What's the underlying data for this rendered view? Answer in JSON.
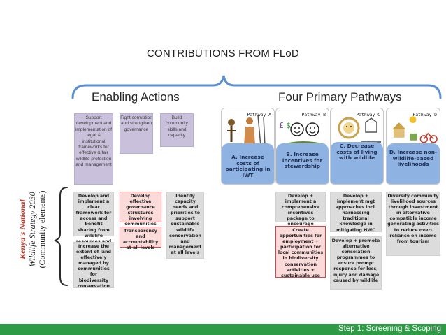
{
  "title": "CONTRIBUTIONS FROM FLoD",
  "enabling_actions": {
    "heading": "Enabling Actions",
    "items": [
      "Support development and implementation of legal & institutional frameworks for effective & fair wildlife protection and management",
      "Fight corruption and strengthen governance",
      "Build community skills and capacity"
    ]
  },
  "pathways": {
    "heading": "Four Primary Pathways",
    "items": [
      {
        "label": "Pathway A",
        "text": "A. Increase costs of participating in IWT"
      },
      {
        "label": "Pathway B",
        "text": "B. Increase incentives for stewardship"
      },
      {
        "label": "Pathway C",
        "text": "C. Decrease costs of living with wildlife"
      },
      {
        "label": "Pathway D",
        "text": "D. Increase non-wildlife-based livelihoods"
      }
    ]
  },
  "strategy_label": {
    "line1": "Kenya's National",
    "line2": "Wildlife Strategy 2030",
    "line3": "(Community elements)"
  },
  "elements": {
    "ea_col1_top": "Develop and implement a clear framework for access and benefit sharing from wildlife resources and biodiversity",
    "ea_col1_bottom": "Increase the extent of land effectively managed by communities for biodiversity conservation",
    "ea_col2_top": "Develop effective governance structures involving communities",
    "ea_col2_bottom": "Transparency and accountability at all levels",
    "ea_col3": "Identify capacity needs and priorities to support sustainable wildlife conservation and management at all levels",
    "pw_b_top": "Develop + implement a comprehensive incentives package to encourage voluntary conservation",
    "pw_b_bottom": "Create opportunities for employment + participation for local communities in biodiversity conservation activities + sustainable use",
    "pw_c_top": "Develop + implement mgt approaches incl. harnessing traditional knowledge in mitigating HWC",
    "pw_c_bottom": "Develop + promote alternative consolation programmes to ensure prompt response for loss, injury and damage caused by wildlife",
    "pw_d": "Diversify community livelihood sources through investment in alternative compatible income generating activities to reduce over-reliance on income from tourism"
  },
  "footer": "Step 1: Screening & Scoping",
  "colors": {
    "enabling_fill": "#c9c1dc",
    "pathway_fill": "#8eb3e3",
    "element_fill": "#dcdcdc",
    "highlight_fill": "#fbdada",
    "highlight_border": "#d24848",
    "kenya_text": "#c0392b",
    "brace": "#5b8fd0",
    "footer": "#2f9a45"
  }
}
